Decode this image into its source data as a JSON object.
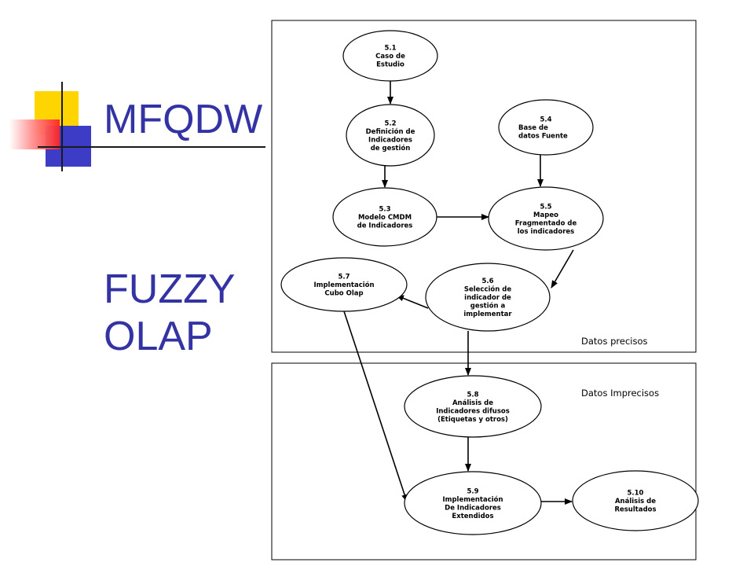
{
  "slide": {
    "title": "MFQDW",
    "subtitle": "FUZZY OLAP"
  },
  "regions": {
    "precise": "Datos precisos",
    "imprecise": "Datos Imprecisos"
  },
  "nodes": [
    {
      "id": "n51",
      "lines": [
        "5.1",
        "Caso de",
        "Estudio"
      ]
    },
    {
      "id": "n52",
      "lines": [
        "5.2",
        "Definición de",
        "Indicadores",
        "de gestión"
      ]
    },
    {
      "id": "n53",
      "lines": [
        "5.3",
        "Modelo CMDM",
        "de Indicadores"
      ]
    },
    {
      "id": "n54",
      "lines": [
        "5.4",
        "Base de",
        "datos Fuente"
      ]
    },
    {
      "id": "n55",
      "lines": [
        "5.5",
        "Mapeo",
        "Fragmentado de",
        "los indicadores"
      ]
    },
    {
      "id": "n56",
      "lines": [
        "5.6",
        "Selección de",
        "indicador de",
        "gestión a",
        "implementar"
      ]
    },
    {
      "id": "n57",
      "lines": [
        "5.7",
        "Implementación",
        "Cubo Olap"
      ]
    },
    {
      "id": "n58",
      "lines": [
        "5.8",
        "Análisis de",
        "Indicadores difusos",
        "(Etiquetas y otros)"
      ]
    },
    {
      "id": "n59",
      "lines": [
        "5.9",
        "Implementación",
        "De Indicadores",
        "Extendidos"
      ]
    },
    {
      "id": "n510",
      "lines": [
        "5.10",
        "Análisis de",
        "Resultados"
      ]
    }
  ],
  "edges": [
    {
      "from": "n51",
      "to": "n52"
    },
    {
      "from": "n52",
      "to": "n53"
    },
    {
      "from": "n54",
      "to": "n55"
    },
    {
      "from": "n53",
      "to": "n55"
    },
    {
      "from": "n55",
      "to": "n56"
    },
    {
      "from": "n56",
      "to": "n57"
    },
    {
      "from": "n56",
      "to": "n58"
    },
    {
      "from": "n57",
      "to": "n59"
    },
    {
      "from": "n58",
      "to": "n59"
    },
    {
      "from": "n59",
      "to": "n510"
    }
  ]
}
